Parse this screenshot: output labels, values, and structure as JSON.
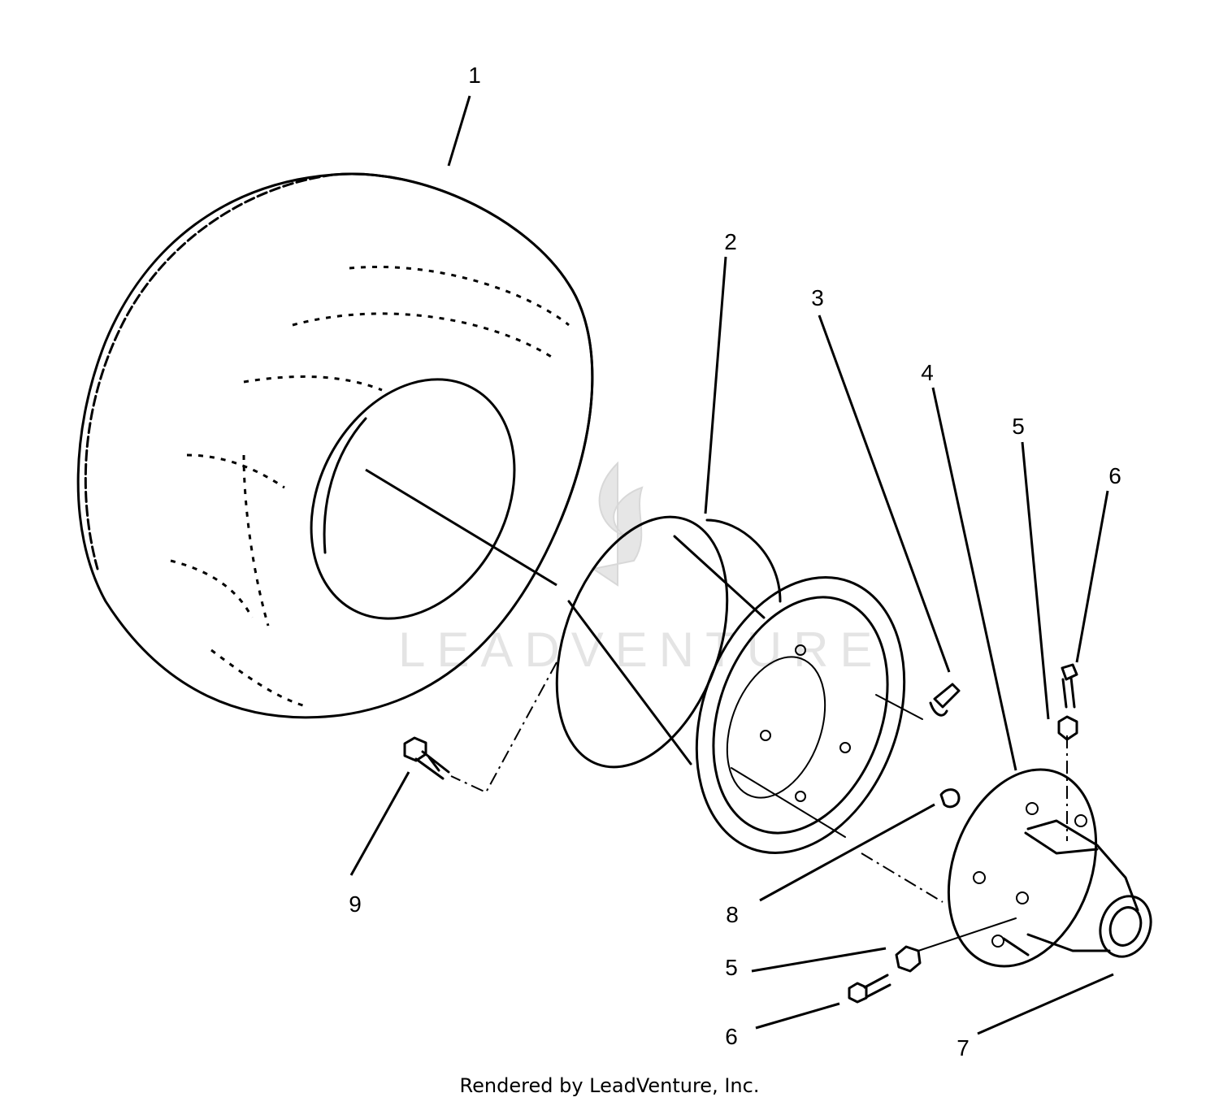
{
  "callouts": [
    {
      "id": "1",
      "label": "1"
    },
    {
      "id": "2",
      "label": "2"
    },
    {
      "id": "3",
      "label": "3"
    },
    {
      "id": "4",
      "label": "4"
    },
    {
      "id": "5a",
      "label": "5"
    },
    {
      "id": "6a",
      "label": "6"
    },
    {
      "id": "9",
      "label": "9"
    },
    {
      "id": "8",
      "label": "8"
    },
    {
      "id": "5b",
      "label": "5"
    },
    {
      "id": "6b",
      "label": "6"
    },
    {
      "id": "7",
      "label": "7"
    }
  ],
  "watermark": "LEADVENTURE",
  "footer": "Rendered by LeadVenture, Inc."
}
